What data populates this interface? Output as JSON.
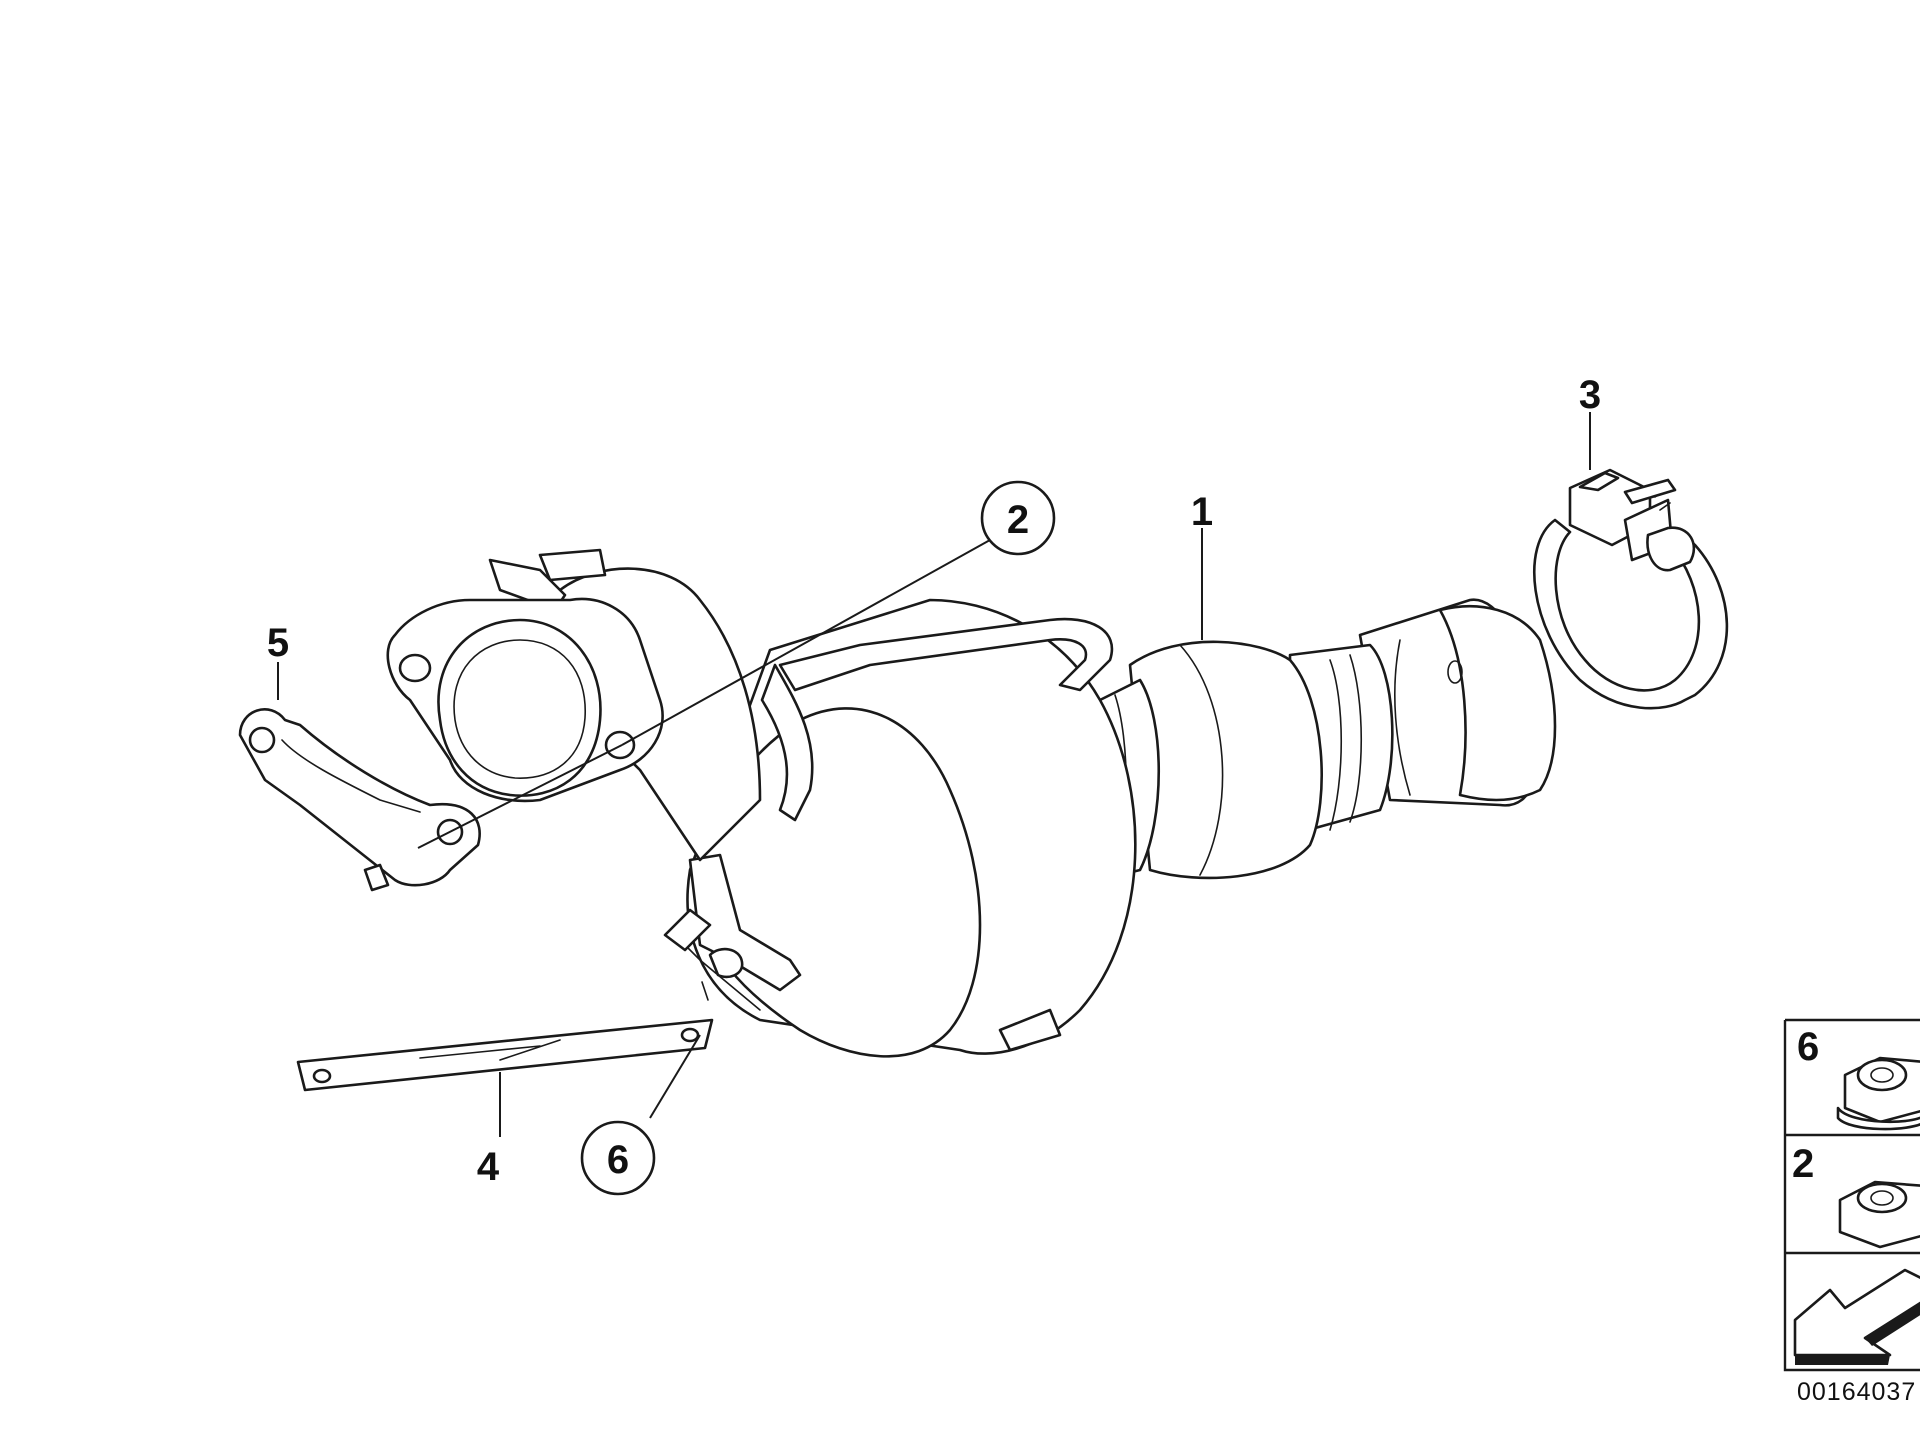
{
  "callouts": [
    {
      "id": "callout-1",
      "label": "1",
      "circled": false
    },
    {
      "id": "callout-2",
      "label": "2",
      "circled": true
    },
    {
      "id": "callout-3",
      "label": "3",
      "circled": false
    },
    {
      "id": "callout-4",
      "label": "4",
      "circled": false
    },
    {
      "id": "callout-5",
      "label": "5",
      "circled": false
    },
    {
      "id": "callout-6",
      "label": "6",
      "circled": true
    }
  ],
  "legend": {
    "items": [
      {
        "label": "6",
        "icon": "flange-nut-icon"
      },
      {
        "label": "2",
        "icon": "hex-nut-icon"
      }
    ],
    "arrow_icon": "reference-arrow-icon"
  },
  "diagram_id": "00164037",
  "colors": {
    "ink": "#1a1a1a",
    "background": "#ffffff"
  }
}
